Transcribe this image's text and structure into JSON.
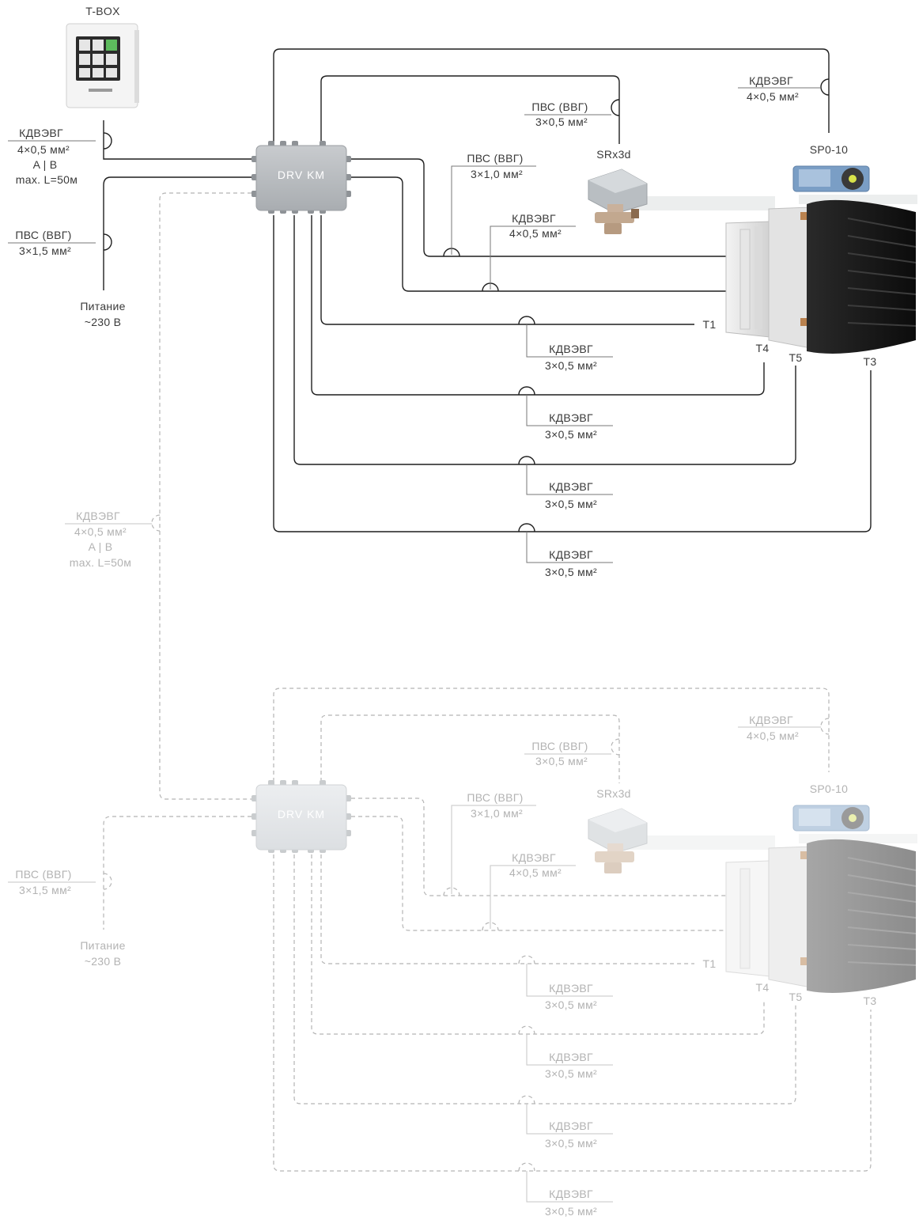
{
  "tbox": {
    "title": "T-BOX"
  },
  "upper": {
    "drv_label": "DRV KM",
    "srx_label": "SRx3d",
    "sp_label": "SP0-10",
    "left_cable_1": {
      "type": "КДВЭВГ",
      "spec": "4×0,5 мм²",
      "line3": "A | B",
      "line4": "max. L=50м"
    },
    "left_cable_2": {
      "type": "ПВС (ВВГ)",
      "spec": "3×1,5 мм²"
    },
    "power": {
      "line1": "Питание",
      "line2": "~230 В"
    },
    "cable_sp": {
      "type": "КДВЭВГ",
      "spec": "4×0,5 мм²"
    },
    "cable_srx": {
      "type": "ПВС (ВВГ)",
      "spec": "3×0,5 мм²"
    },
    "cable_fan": {
      "type": "ПВС (ВВГ)",
      "spec": "3×1,0 мм²"
    },
    "cable_ctrl": {
      "type": "КДВЭВГ",
      "spec": "4×0,5 мм²"
    },
    "sensor_t1": "T1",
    "sensor_t4": "T4",
    "sensor_t5": "T5",
    "sensor_t3": "T3",
    "cable_t1": {
      "type": "КДВЭВГ",
      "spec": "3×0,5 мм²"
    },
    "cable_t4": {
      "type": "КДВЭВГ",
      "spec": "3×0,5 мм²"
    },
    "cable_t5": {
      "type": "КДВЭВГ",
      "spec": "3×0,5 мм²"
    },
    "cable_t3": {
      "type": "КДВЭВГ",
      "spec": "3×0,5 мм²"
    }
  },
  "link_cable": {
    "type": "КДВЭВГ",
    "spec": "4×0,5 мм²",
    "line3": "A | B",
    "line4": "max. L=50м"
  },
  "lower": {
    "drv_label": "DRV KM",
    "srx_label": "SRx3d",
    "sp_label": "SP0-10",
    "left_cable_2": {
      "type": "ПВС (ВВГ)",
      "spec": "3×1,5 мм²"
    },
    "power": {
      "line1": "Питание",
      "line2": "~230 В"
    },
    "cable_sp": {
      "type": "КДВЭВГ",
      "spec": "4×0,5 мм²"
    },
    "cable_srx": {
      "type": "ПВС (ВВГ)",
      "spec": "3×0,5 мм²"
    },
    "cable_fan": {
      "type": "ПВС (ВВГ)",
      "spec": "3×1,0 мм²"
    },
    "cable_ctrl": {
      "type": "КДВЭВГ",
      "spec": "4×0,5 мм²"
    },
    "sensor_t1": "T1",
    "sensor_t4": "T4",
    "sensor_t5": "T5",
    "sensor_t3": "T3",
    "cable_t1": {
      "type": "КДВЭВГ",
      "spec": "3×0,5 мм²"
    },
    "cable_t4": {
      "type": "КДВЭВГ",
      "spec": "3×0,5 мм²"
    },
    "cable_t5": {
      "type": "КДВЭВГ",
      "spec": "3×0,5 мм²"
    },
    "cable_t3": {
      "type": "КДВЭВГ",
      "spec": "3×0,5 мм²"
    }
  },
  "colors": {
    "wire": "#1f1f1f",
    "wire_dim": "#b5b5b5",
    "drv_box": "#b9bcbf",
    "drv_box_dim": "#e4e6e8",
    "heater_body": "#1c1c1c",
    "heater_body_dim": "#9a9a9a"
  }
}
